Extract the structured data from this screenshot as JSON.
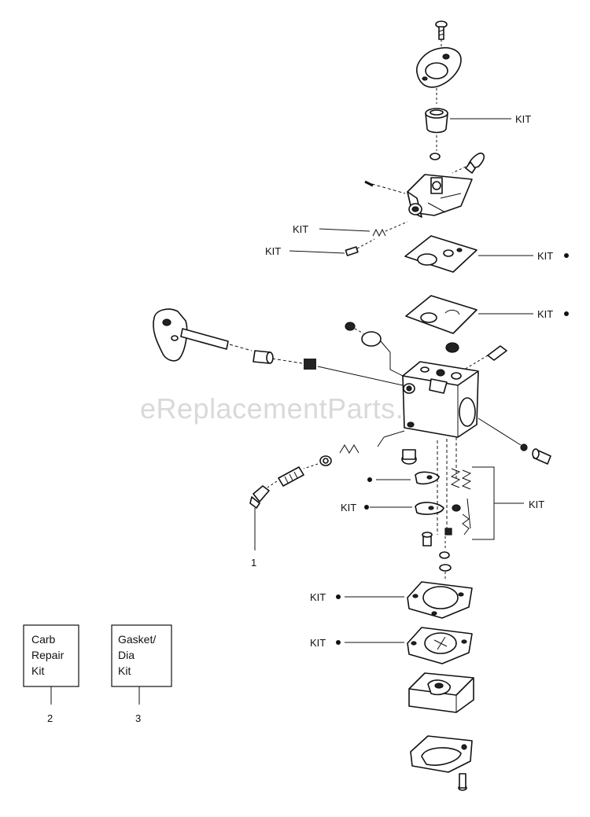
{
  "watermark": "eReplacementParts.com",
  "callouts": {
    "kit_needle": "KIT",
    "kit_screw_upper": "KIT",
    "kit_screw_lower": "KIT",
    "kit_gasket_upper": "KIT",
    "kit_gasket_lower": "KIT",
    "kit_valve_left": "KIT",
    "kit_springs_right": "KIT",
    "kit_diaphragm_gasket": "KIT",
    "kit_diaphragm": "KIT",
    "ref_1": "1",
    "ref_2": "2",
    "ref_3": "3"
  },
  "boxes": {
    "carb_repair_kit": [
      "Carb",
      "Repair",
      "Kit"
    ],
    "gasket_dia_kit": [
      "Gasket/",
      "Dia",
      "Kit"
    ]
  }
}
